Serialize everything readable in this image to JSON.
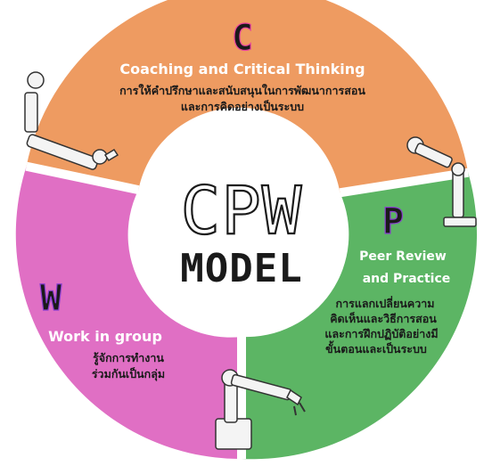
{
  "center": {
    "line1": "CPW",
    "line2": "MODEL"
  },
  "segments": {
    "c": {
      "letter": "C",
      "title": "Coaching and Critical Thinking",
      "body": [
        "การให้คำปรึกษาและสนับสนุนในการพัฒนาการสอน",
        "และการคิดอย่างเป็นระบบ"
      ],
      "color": "#ee9b61"
    },
    "p": {
      "letter": "P",
      "title": [
        "Peer Review",
        "and Practice"
      ],
      "body": [
        "การแลกเปลี่ยนความ",
        "คิดเห็นและวิธีการสอน",
        "และการฝึกปฏิบัติอย่างมี",
        "ขั้นตอนและเป็นระบบ"
      ],
      "color": "#5cb564"
    },
    "w": {
      "letter": "W",
      "title": "Work in group",
      "body": [
        "รู้จักการทำงาน",
        "ร่วมกันเป็นกลุ่ม"
      ],
      "color": "#e06fc4"
    }
  },
  "icons": [
    "robot-arm-icon"
  ]
}
